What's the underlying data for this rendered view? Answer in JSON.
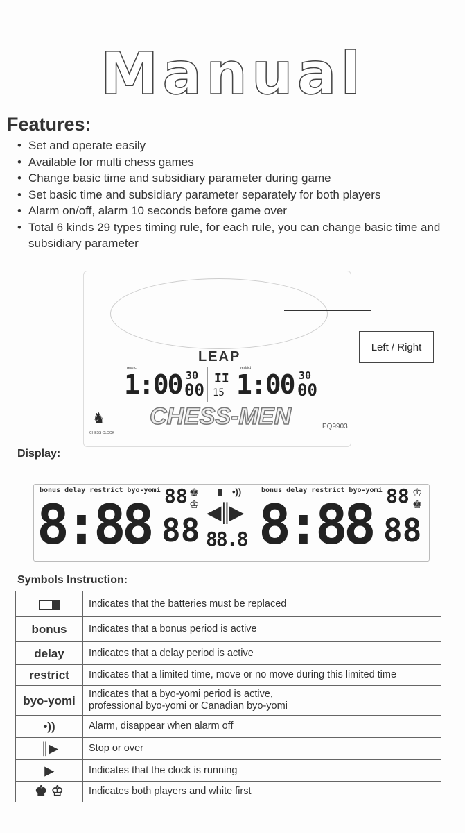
{
  "title": "Manual",
  "features": {
    "heading": "Features:",
    "items": [
      "Set and operate easily",
      "Available for multi chess games",
      "Change basic time and subsidiary parameter during game",
      "Set basic time and subsidiary parameter separately for both players",
      "Alarm on/off, alarm 10 seconds before game over",
      "Total 6 kinds 29 types timing rule, for each rule, you can change basic time and subsidiary parameter"
    ]
  },
  "clock_image": {
    "brand": "LEAP",
    "left_time": "1:00",
    "left_sub_top": "30",
    "left_sub_bottom": "00",
    "mode": "restrict",
    "center_top": "II",
    "center_bottom": "15",
    "right_time": "1:00",
    "right_sub_top": "30",
    "right_sub_bottom": "00",
    "model": "PQ9903",
    "small_label": "CHESS CLOCK",
    "watermark": "CHESS-MEN",
    "callout": "Left / Right"
  },
  "display": {
    "heading": "Display:",
    "labels": "bonus delay restrict byo-yomi",
    "main": "8:88",
    "small_top": "88",
    "small_bottom": "88",
    "center": "88.8"
  },
  "symbols": {
    "heading": "Symbols Instruction:",
    "rows": [
      {
        "symbol": "battery-icon",
        "text": "Indicates that the batteries must be replaced"
      },
      {
        "symbol": "bonus",
        "text": "Indicates that a bonus period is active"
      },
      {
        "symbol": "delay",
        "text": "Indicates that a delay period is active"
      },
      {
        "symbol": "restrict",
        "text": "Indicates that a limited time, move or no move during this limited time"
      },
      {
        "symbol": "byo-yomi",
        "text": "Indicates that a byo-yomi period is active,",
        "text2": "professional byo-yomi or Canadian byo-yomi"
      },
      {
        "symbol": "alarm-icon",
        "glyph": "•))",
        "text": "Alarm, disappear when alarm off"
      },
      {
        "symbol": "stop-icon",
        "text": "Stop or over"
      },
      {
        "symbol": "running-icon",
        "text": "Indicates that the clock is running"
      },
      {
        "symbol": "kings-icon",
        "glyph": "♚ ♔",
        "text": "Indicates both players and white first"
      }
    ]
  }
}
